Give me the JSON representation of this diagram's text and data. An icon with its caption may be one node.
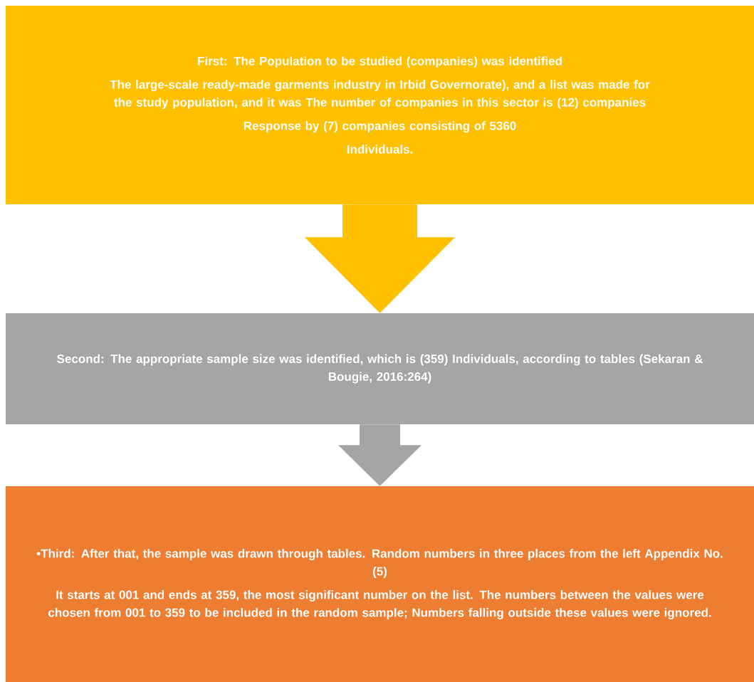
{
  "diagram": {
    "nodes": [
      {
        "text": [
          "First: The Population to be studied (companies) was identified",
          "The large-scale ready-made garments industry in Irbid Governorate), and a list was made for the study population, and it was The number of companies in this sector is (12) companies",
          "Response by (7) companies consisting of 5360",
          "Individuals."
        ]
      },
      {
        "text": [
          "Second: The appropriate sample size was identified, which is (359) Individuals, according to tables (Sekaran & Bougie, 2016:264)"
        ]
      },
      {
        "text": [
          "•Third: After that, the sample was drawn through tables. Random numbers in three places from the left Appendix No. (5)",
          "It starts at 001 and ends at 359, the most significant number on the list. The numbers between the values were chosen from 001 to 359 to be included in the random sample; Numbers falling outside these values were ignored."
        ]
      }
    ],
    "edges": [
      {
        "from": 0,
        "to": 1,
        "arrow": "to",
        "color": "#ffc000"
      },
      {
        "from": 1,
        "to": 2,
        "arrow": "to",
        "color": "#a5a5a5"
      }
    ]
  }
}
